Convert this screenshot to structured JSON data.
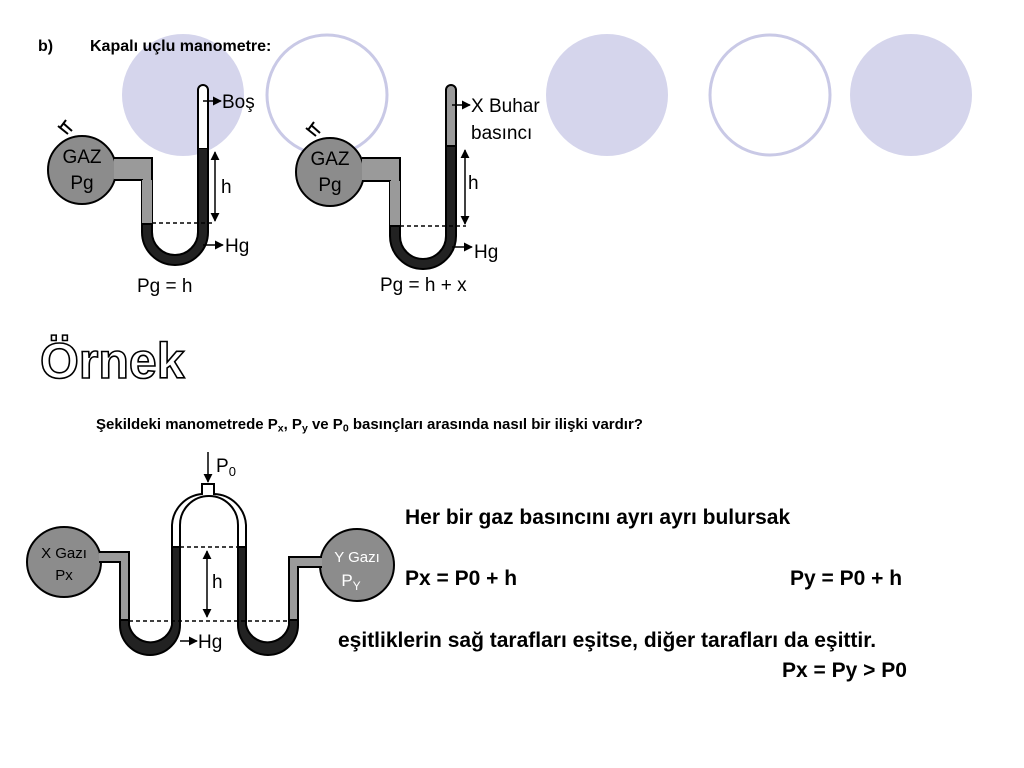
{
  "colors": {
    "circle_fill": "#d5d5ec",
    "circle_stroke": "#c9c9e6",
    "gas_fill": "#8c8c8c",
    "mercury": "#222222",
    "tube_gray": "#9a9a9a"
  },
  "header": {
    "label": "b)",
    "title": "Kapalı uçlu manometre:"
  },
  "diagram1": {
    "gas_line1": "GAZ",
    "gas_line2": "Pg",
    "top_label": "Boş",
    "height_label": "h",
    "mercury_label": "Hg",
    "formula": "Pg = h"
  },
  "diagram2": {
    "gas_line1": "GAZ",
    "gas_line2": "Pg",
    "top_line1": "X Buhar",
    "top_line2": "basıncı",
    "height_label": "h",
    "mercury_label": "Hg",
    "formula": "Pg = h + x"
  },
  "example_word": "Örnek",
  "question": {
    "part1": "Şekildeki manometrede P",
    "sub_x": "x",
    "part2": ", P",
    "sub_y": "y",
    "part3": " ve P",
    "sub_0": "0",
    "part4": " basınçları arasında nasıl bir ilişki vardır?"
  },
  "diagram3": {
    "p0_main": "P",
    "p0_sub": "0",
    "left_gas_line1": "X Gazı",
    "left_gas_line2": "Px",
    "right_gas_line1": "Y Gazı",
    "right_gas_line2_main": "P",
    "right_gas_line2_sub": "Y",
    "height_label": "h",
    "mercury_label": "Hg"
  },
  "answer": {
    "line1": "Her bir gaz basıncını ayrı ayrı bulursak",
    "eq_x": "Px = P0 + h",
    "eq_y": "Py = P0 + h",
    "line3": "eşitliklerin sağ tarafları eşitse, diğer tarafları da eşittir.",
    "conclusion": "Px = Py > P0"
  }
}
